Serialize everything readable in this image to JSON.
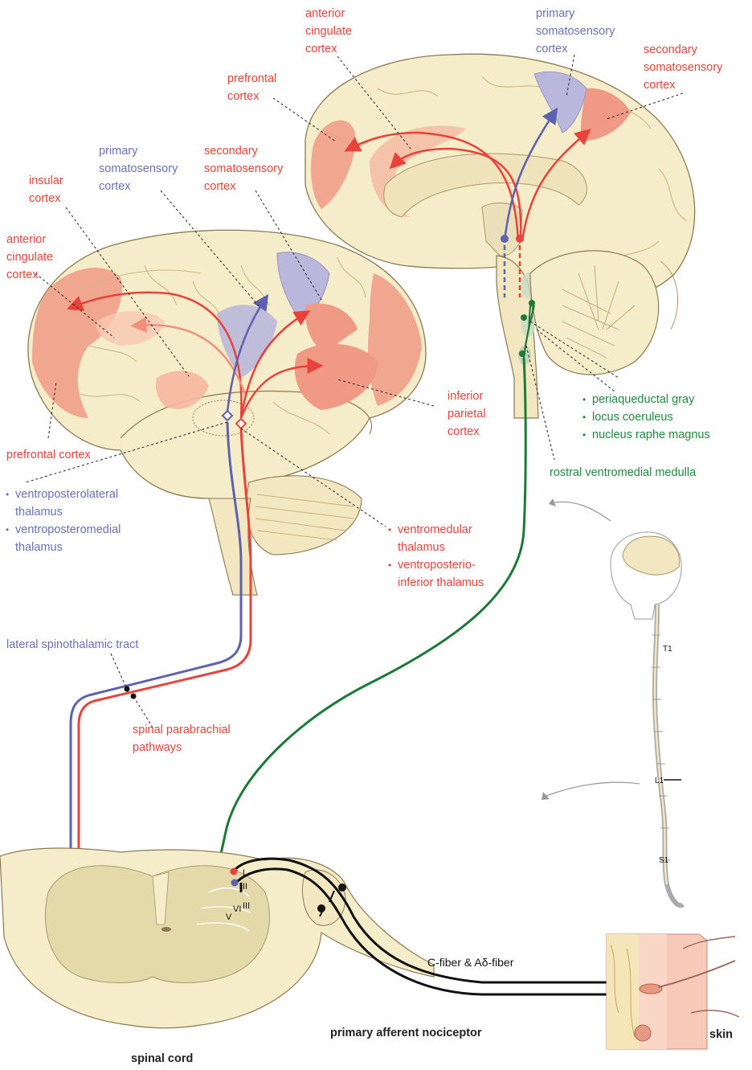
{
  "diagram": {
    "colors": {
      "ascending_medial": "#e8423a",
      "ascending_lateral": "#5d62b0",
      "descending": "#1a7a36",
      "afferent": "#111111",
      "brain_fill": "#f5ecc9",
      "region_red": "#f09a86",
      "region_blue": "#b9b8dc"
    },
    "sagittal": {
      "anterior_cingulate": [
        "anterior",
        "cingulate",
        "cortex"
      ],
      "primary_somatosensory": [
        "primary",
        "somatosensory",
        "cortex"
      ],
      "secondary_somatosensory": [
        "secondary",
        "somatosensory",
        "cortex"
      ],
      "prefrontal": [
        "prefrontal",
        "cortex"
      ]
    },
    "lateral": {
      "primary_somatosensory": [
        "primary",
        "somatosensory",
        "cortex"
      ],
      "secondary_somatosensory": [
        "secondary",
        "somatosensory",
        "cortex"
      ],
      "insular": [
        "insular",
        "cortex"
      ],
      "anterior_cingulate": [
        "anterior",
        "cingulate",
        "cortex"
      ],
      "inferior_parietal": [
        "inferior",
        "parietal",
        "cortex"
      ],
      "prefrontal": "prefrontal cortex"
    },
    "brainstem": {
      "items": [
        "periaqueductal gray",
        "locus coeruleus",
        "nucleus raphe magnus"
      ],
      "rvm": "rostral ventromedial medulla"
    },
    "thalamus_lateral": {
      "items": [
        [
          "ventroposterolateral",
          "thalamus"
        ],
        [
          "ventroposteromedial",
          "thalamus"
        ]
      ]
    },
    "thalamus_medial": {
      "items": [
        [
          "ventromedular",
          "thalamus"
        ],
        [
          "ventroposterio-",
          "inferior thalamus"
        ]
      ]
    },
    "tracts": {
      "lateral": "lateral spinothalamic tract",
      "parabrachial": [
        "spinal parabrachial",
        "pathways"
      ]
    },
    "spine_markers": [
      "T1",
      "L1",
      "S1"
    ],
    "laminae": [
      "I",
      "II",
      "V",
      "VI",
      "III"
    ],
    "fiber_label": "C-fiber & Aδ-fiber",
    "primary_afferent": "primary afferent nociceptor",
    "skin": "skin",
    "spinal_cord": "spinal cord"
  }
}
